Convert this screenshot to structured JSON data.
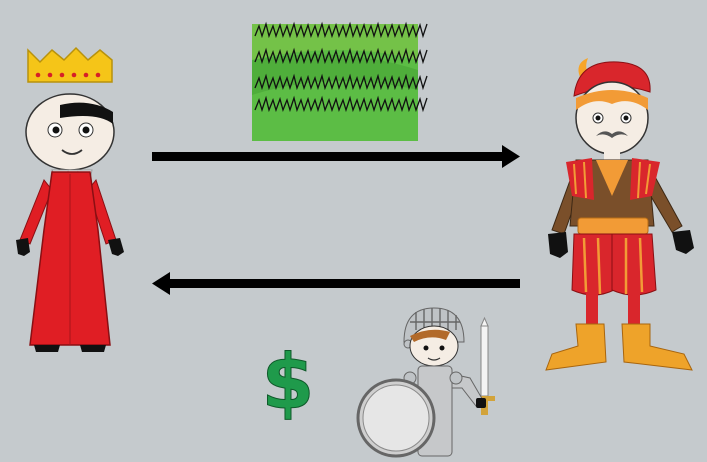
{
  "diagram": {
    "type": "feudal-exchange",
    "background_color": "#c5cacd",
    "participants": [
      {
        "role": "king",
        "icon": "king-icon"
      },
      {
        "role": "noble",
        "icon": "noble-icon"
      },
      {
        "role": "knight",
        "icon": "knight-icon"
      }
    ],
    "exchanges": [
      {
        "from": "king",
        "to": "noble",
        "item_icon": "land-icon",
        "direction": "right"
      },
      {
        "from": "noble",
        "to": "king",
        "item_icon": "dollar-icon",
        "direction": "left"
      }
    ],
    "colors": {
      "arrow": "#000000",
      "land": "#5cbd45",
      "dollar": "#1f9a4b",
      "king_robe": "#e01e24",
      "crown": "#f5c518",
      "noble_hat": "#d9262c",
      "noble_tunic": "#7a4f2a",
      "boots": "#eea32a"
    }
  }
}
